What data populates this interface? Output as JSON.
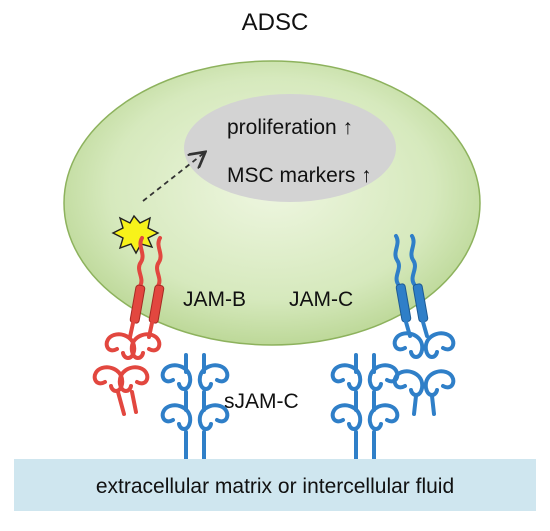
{
  "figure": {
    "title": "ADSC",
    "nucleus_lines": [
      "proliferation ↑",
      "MSC markers ↑"
    ],
    "labels": {
      "jam_b": "JAM-B",
      "jam_c": "JAM-C",
      "sjam_c": "sJAM-C",
      "matrix": "extracellular matrix or intercellular fluid"
    },
    "icons": [
      "dashed-arrow-icon",
      "signal-burst-icon"
    ],
    "colors": {
      "cell_fill": "#c9e0a8",
      "nucleus_fill": "#d3d3d3",
      "jam_b": "#e2473f",
      "jam_c": "#2f7fc8",
      "matrix_band": "#cfe6ef",
      "burst": "#f7f21a"
    }
  }
}
